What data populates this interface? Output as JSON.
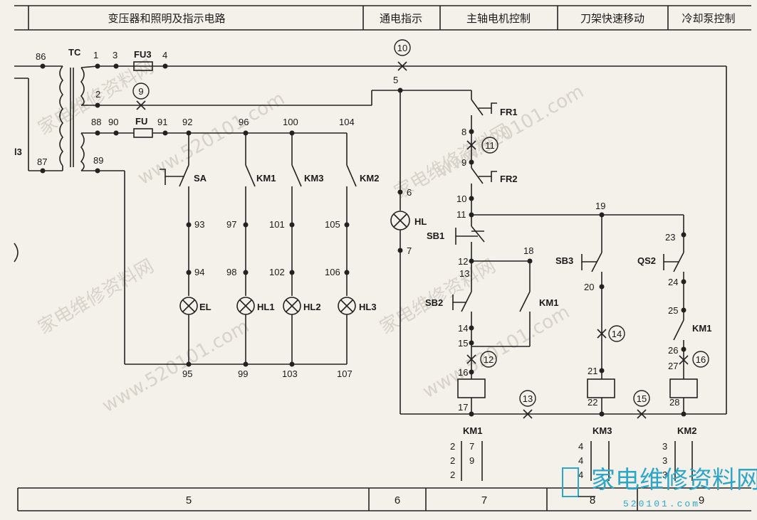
{
  "header": {
    "col1": "变压器和照明及指示电路",
    "col2": "通电指示",
    "col3": "主轴电机控制",
    "col4": "刀架快速移动",
    "col5": "冷却泵控制"
  },
  "footer": {
    "z1": "5",
    "z2": "6",
    "z3": "7",
    "z4": "8",
    "z5": "9"
  },
  "components": {
    "tc": "TC",
    "fu3": "FU3",
    "fu": "FU",
    "sa": "SA",
    "km1": "KM1",
    "km3": "KM3",
    "km2": "KM2",
    "hl": "HL",
    "el": "EL",
    "hl1": "HL1",
    "hl2": "HL2",
    "hl3": "HL3",
    "fr1": "FR1",
    "fr2": "FR2",
    "sb1": "SB1",
    "sb2": "SB2",
    "sb3": "SB3",
    "qs2": "QS2",
    "km1_contact": "KM1",
    "km1_contact2": "KM1",
    "coil_km1": "KM1",
    "coil_km3": "KM3",
    "coil_km2": "KM2",
    "left_cut": "l3"
  },
  "nodes": {
    "n86": "86",
    "n87": "87",
    "n88": "88",
    "n89": "89",
    "n90": "90",
    "n91": "91",
    "n92": "92",
    "n96": "96",
    "n100": "100",
    "n104": "104",
    "n1": "1",
    "n2": "2",
    "n3": "3",
    "n4": "4",
    "n5": "5",
    "n6": "6",
    "n7": "7",
    "n93": "93",
    "n94": "94",
    "n95": "95",
    "n97": "97",
    "n98": "98",
    "n99": "99",
    "n101": "101",
    "n102": "102",
    "n103": "103",
    "n105": "105",
    "n106": "106",
    "n107": "107",
    "n8": "8",
    "n9": "9",
    "n10": "10",
    "n11": "11",
    "n12": "12",
    "n13": "13",
    "n14": "14",
    "n15": "15",
    "n16": "16",
    "n17": "17",
    "n18": "18",
    "n19": "19",
    "n20": "20",
    "n21": "21",
    "n22": "22",
    "n23": "23",
    "n24": "24",
    "n25": "25",
    "n26": "26",
    "n27": "27",
    "n28": "28"
  },
  "markers": {
    "m9": "9",
    "m10": "10",
    "m11": "11",
    "m12": "12",
    "m13": "13",
    "m14": "14",
    "m15": "15",
    "m16": "16"
  },
  "contact_tables": {
    "km1": [
      [
        "2",
        "7"
      ],
      [
        "2",
        "9"
      ],
      [
        "2",
        ""
      ]
    ],
    "km3": [
      "4",
      "4",
      "4"
    ],
    "km2": [
      "3",
      "3",
      "3"
    ]
  },
  "watermarks": {
    "w1": "家电维修资料网",
    "w2": "www.520101.com"
  },
  "logo": {
    "main": "家电维修资料网",
    "sub": "520101.com"
  }
}
